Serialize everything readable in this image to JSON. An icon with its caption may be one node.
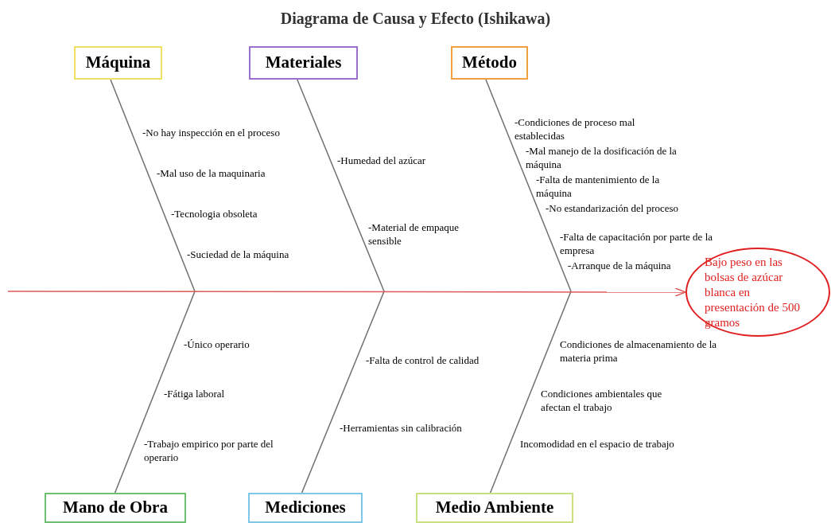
{
  "diagram": {
    "title": "Diagrama de Causa y Efecto (Ishikawa)",
    "nodes": [
      {
        "text": [
          "Máquina"
        ]
      },
      {
        "text": [
          "Materiales"
        ]
      },
      {
        "text": [
          "Método"
        ]
      },
      {
        "text": [
          "Mano de Obra"
        ]
      },
      {
        "text": [
          "Mediciones"
        ]
      },
      {
        "text": [
          "Medio Ambiente"
        ]
      },
      {
        "text": [
          "Bajo peso en las bolsas de azúcar blanca en presentación de 500 gramos"
        ]
      }
    ],
    "edges": [
      {
        "from": 0,
        "to": null,
        "arrow": "none"
      },
      {
        "from": 1,
        "to": null,
        "arrow": "none"
      },
      {
        "from": 2,
        "to": null,
        "arrow": "none"
      },
      {
        "from": 3,
        "to": null,
        "arrow": "none"
      },
      {
        "from": 4,
        "to": null,
        "arrow": "none"
      },
      {
        "from": 5,
        "to": null,
        "arrow": "none"
      },
      {
        "from": null,
        "to": 6,
        "arrow": "to",
        "color": "#e05a5a"
      }
    ],
    "labels": [
      "-No hay inspección en el proceso",
      "-Mal uso de la maquinaria",
      "-Tecnologia obsoleta",
      "-Suciedad de la máquina",
      "-Humedad del azúcar",
      "-Material de empaque sensible",
      "-Condiciones de proceso mal establecidas",
      "-Mal manejo de la dosificación de la máquina",
      "-Falta de mantenimiento de la máquina",
      "-No estandarización del proceso",
      "-Falta de capacitación por parte de la empresa",
      "-Arranque de la máquina",
      "-Único operario",
      "-Fátiga laboral",
      "-Trabajo empirico por parte del operario",
      "-Falta de control de calidad",
      "-Herramientas sin calibración",
      "Condiciones de almacenamiento de la materia prima",
      "Condiciones ambientales que afectan el trabajo",
      "Incomodidad en el espacio de trabajo"
    ]
  }
}
